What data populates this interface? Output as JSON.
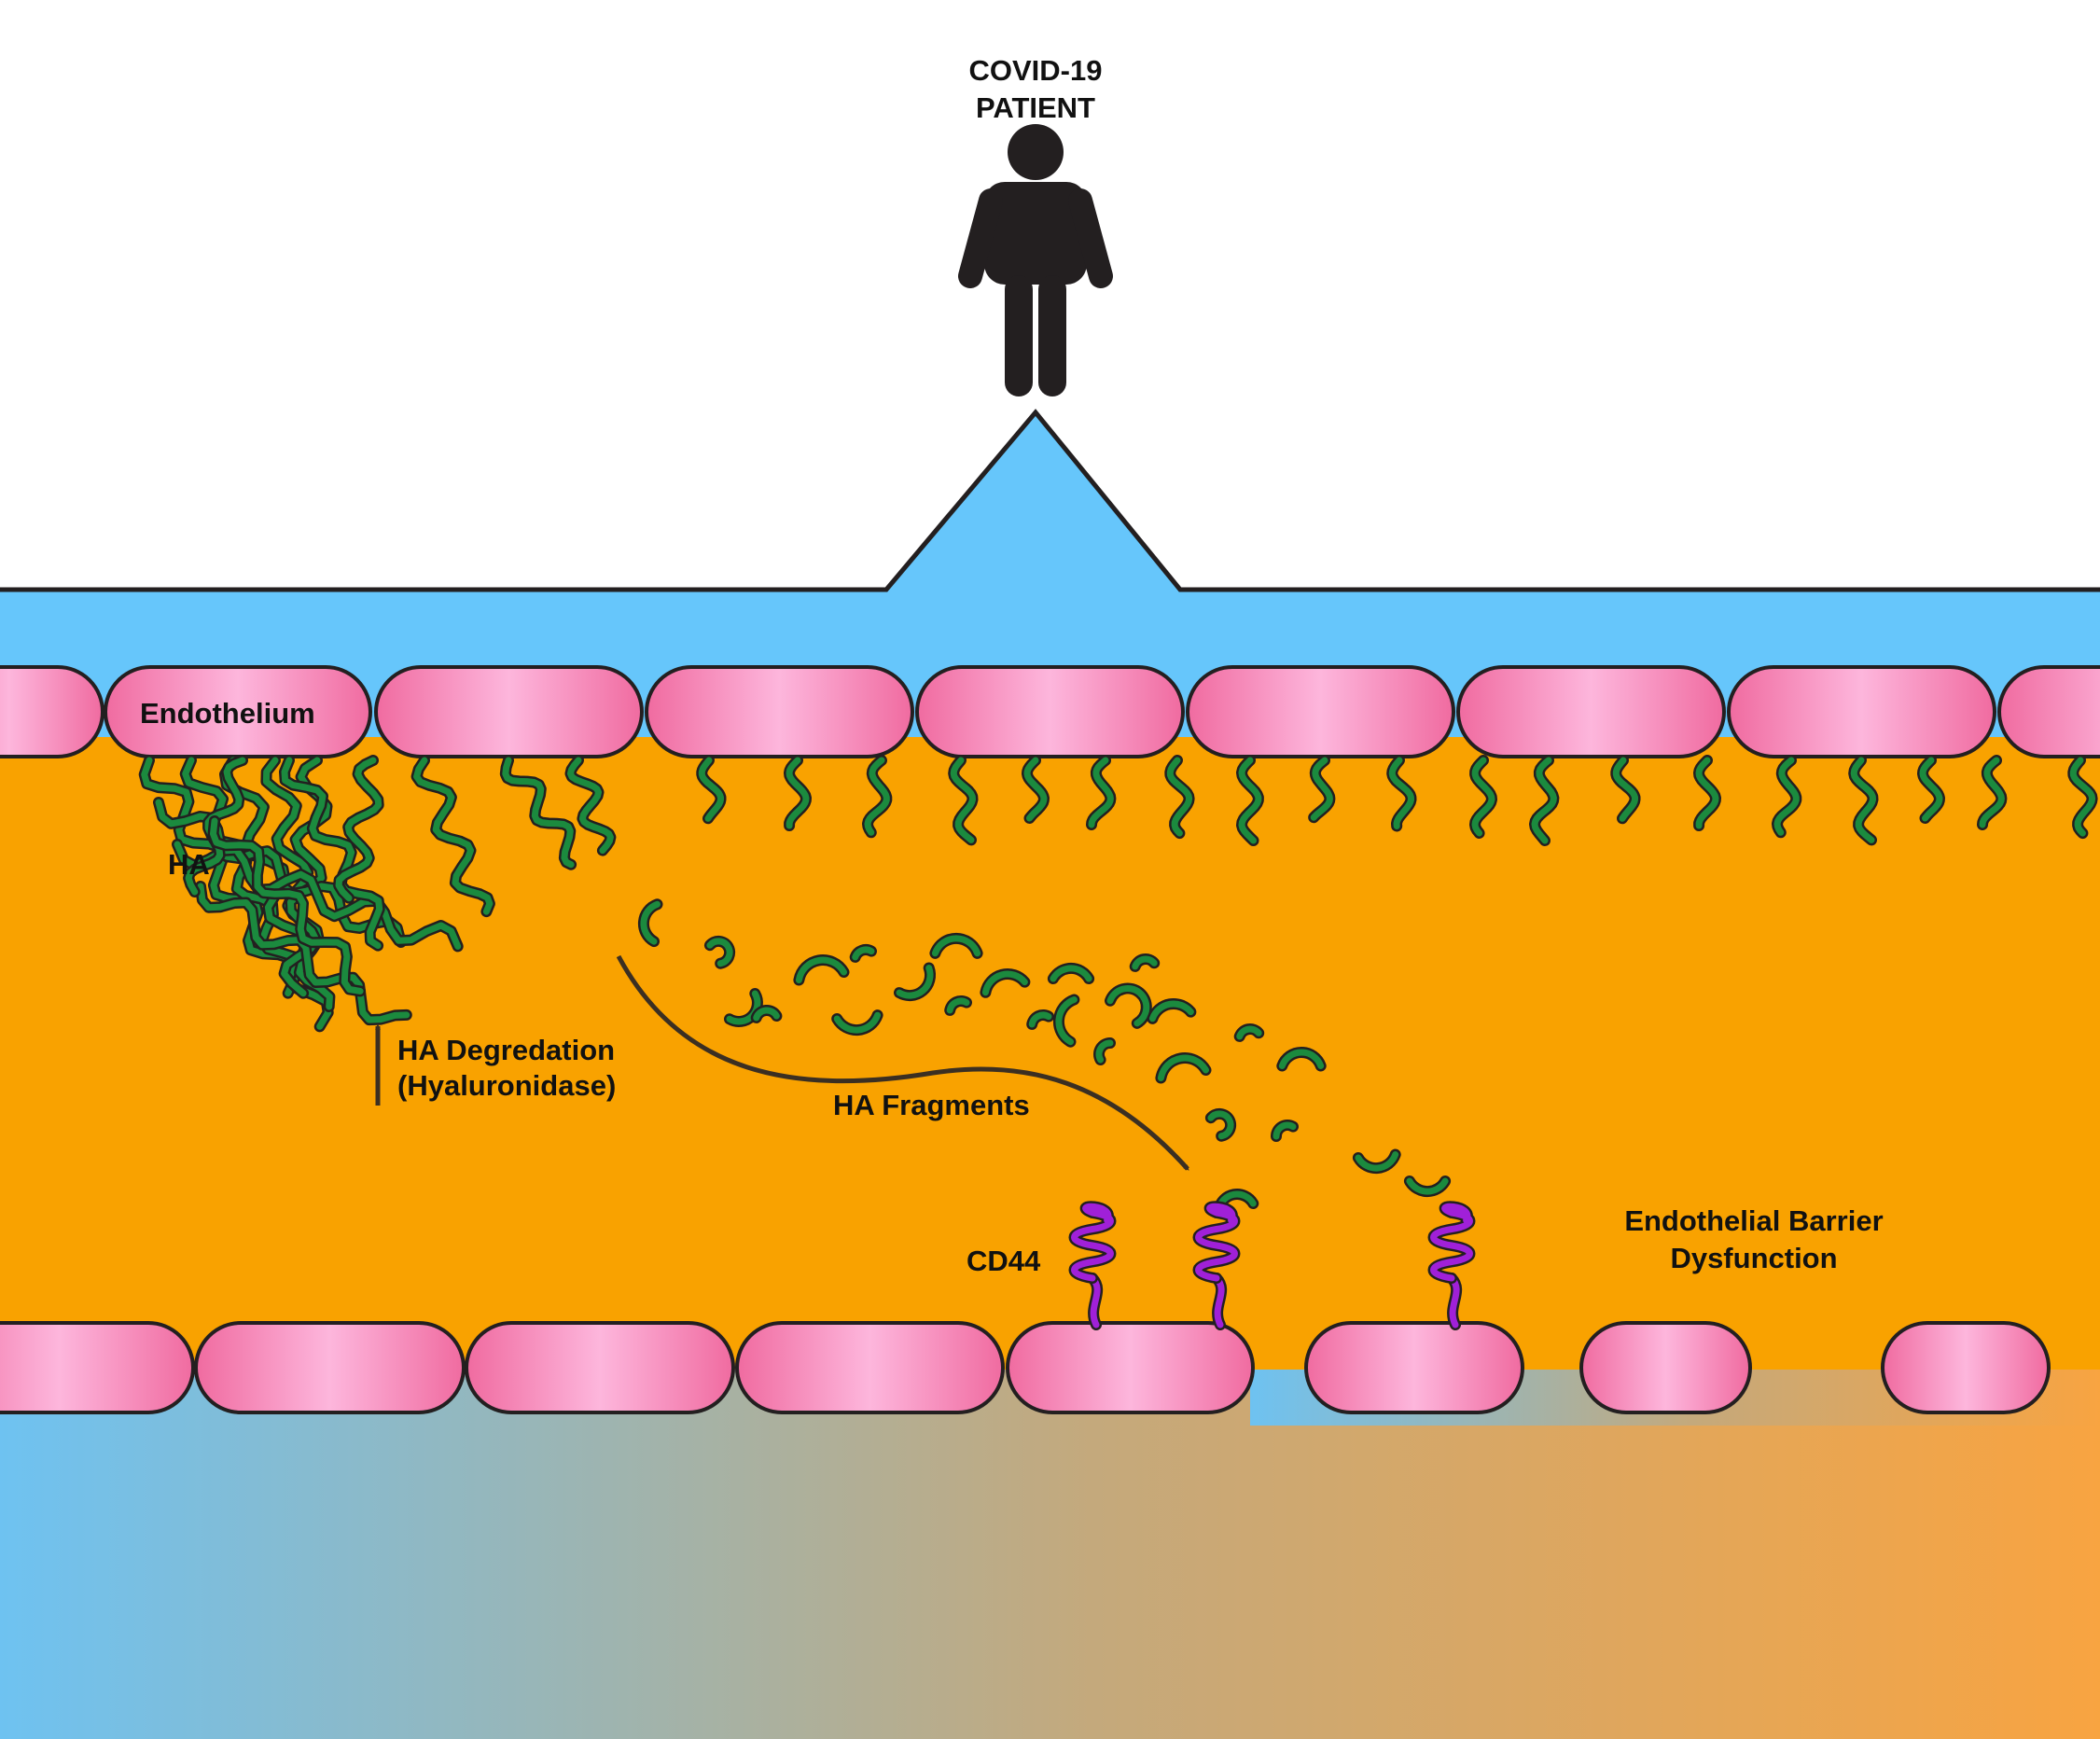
{
  "labels": {
    "patient_line1": "COVID-19",
    "patient_line2": "PATIENT",
    "endothelium": "Endothelium",
    "ha": "HA",
    "ha_degradation_line1": "HA Degredation",
    "ha_degradation_line2": "(Hyaluronidase)",
    "ha_fragments": "HA Fragments",
    "cd44": "CD44",
    "barrier_line1": "Endothelial Barrier",
    "barrier_line2": "Dysfunction"
  },
  "colors": {
    "vessel_lumen": "#66c6fb",
    "interstitium": "#f9a200",
    "endothelial_cell": "#f06ba0",
    "endothelial_cell_highlight": "#fdb6dc",
    "hyaluronan": "#1b8a3e",
    "cd44": "#a020d8",
    "patient_icon": "#231f20",
    "outline": "#231f20"
  },
  "icons": {
    "patient": "person-icon",
    "degradation_arrow": "up-arrow-icon",
    "fragment_arrow": "curved-arrow-icon"
  }
}
